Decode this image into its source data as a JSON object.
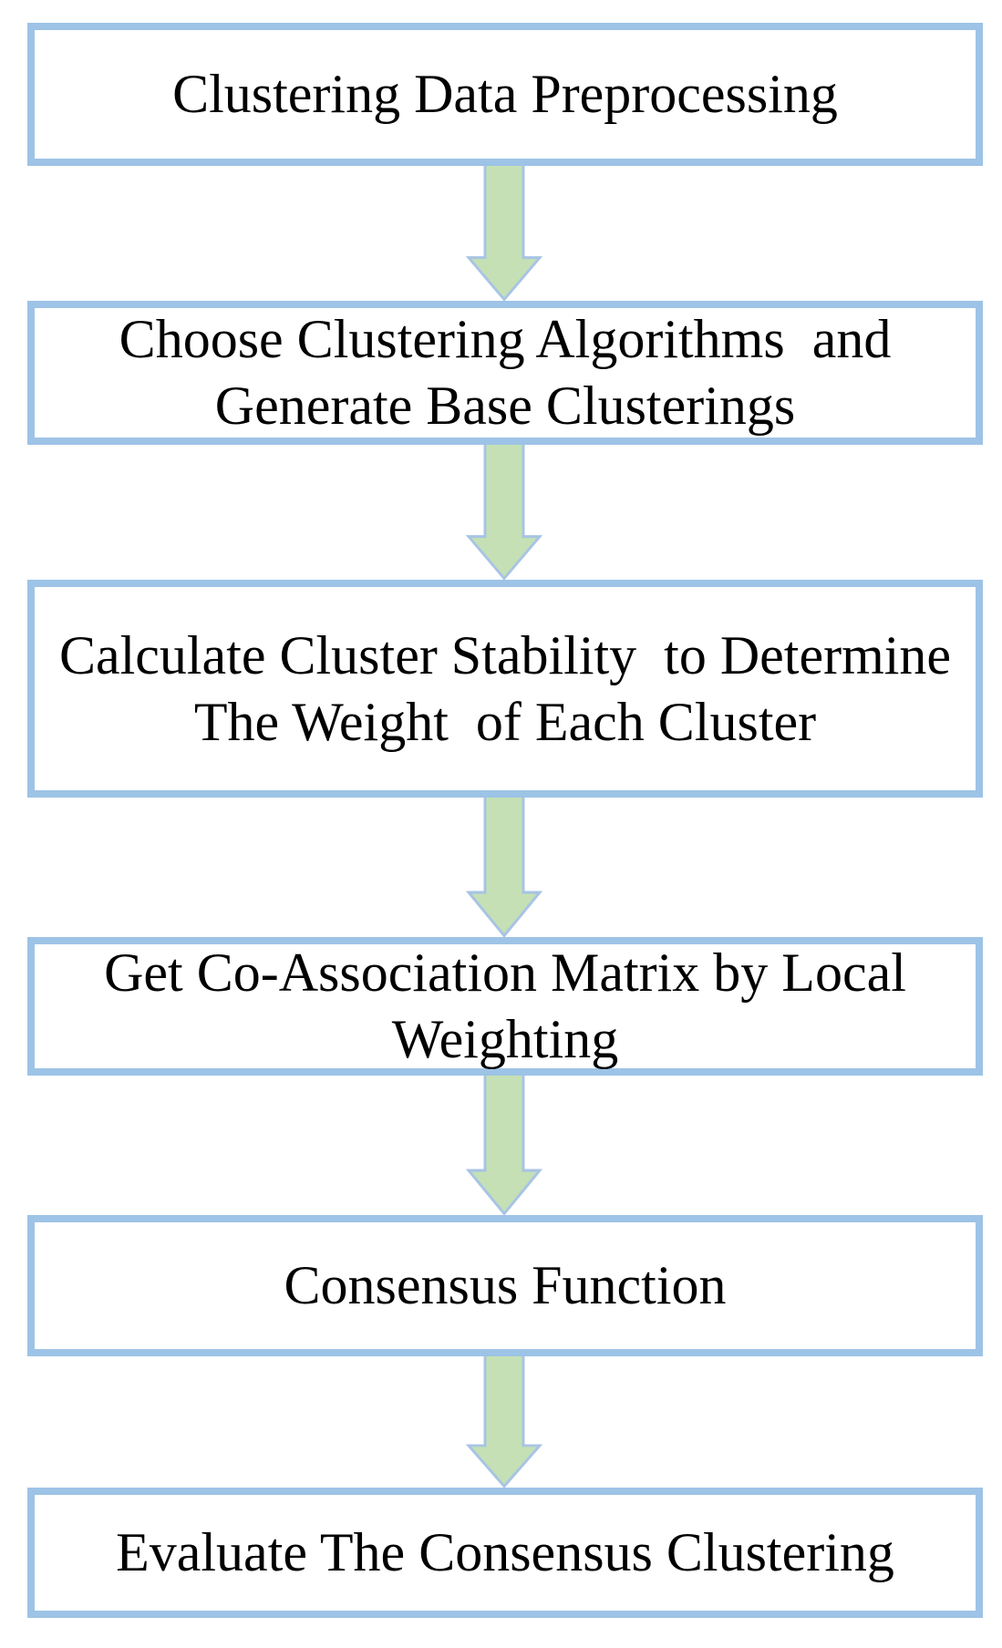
{
  "diagram": {
    "type": "flowchart",
    "direction": "top-down",
    "steps": [
      {
        "label_lines": [
          "Clustering Data Preprocessing"
        ]
      },
      {
        "label_lines": [
          "Choose Clustering Algorithms  and",
          "Generate Base Clusterings"
        ]
      },
      {
        "label_lines": [
          "Calculate Cluster Stability  to Determine",
          "The Weight  of Each Cluster"
        ]
      },
      {
        "label_lines": [
          "Get Co-Association Matrix by Local",
          "Weighting"
        ]
      },
      {
        "label_lines": [
          "Consensus Function"
        ]
      },
      {
        "label_lines": [
          "Evaluate The Consensus Clustering"
        ]
      }
    ],
    "connections": [
      {
        "from_step": 1,
        "to_step": 2,
        "icon": "down-block-arrow-icon"
      },
      {
        "from_step": 2,
        "to_step": 3,
        "icon": "down-block-arrow-icon"
      },
      {
        "from_step": 3,
        "to_step": 4,
        "icon": "down-block-arrow-icon"
      },
      {
        "from_step": 4,
        "to_step": 5,
        "icon": "down-block-arrow-icon"
      },
      {
        "from_step": 5,
        "to_step": 6,
        "icon": "down-block-arrow-icon"
      }
    ],
    "colors": {
      "box_border": "#9dc3e6",
      "arrow_fill": "#c5e0b4",
      "arrow_stroke": "#a8c4e4",
      "text": "#000000",
      "background": "#ffffff"
    }
  }
}
